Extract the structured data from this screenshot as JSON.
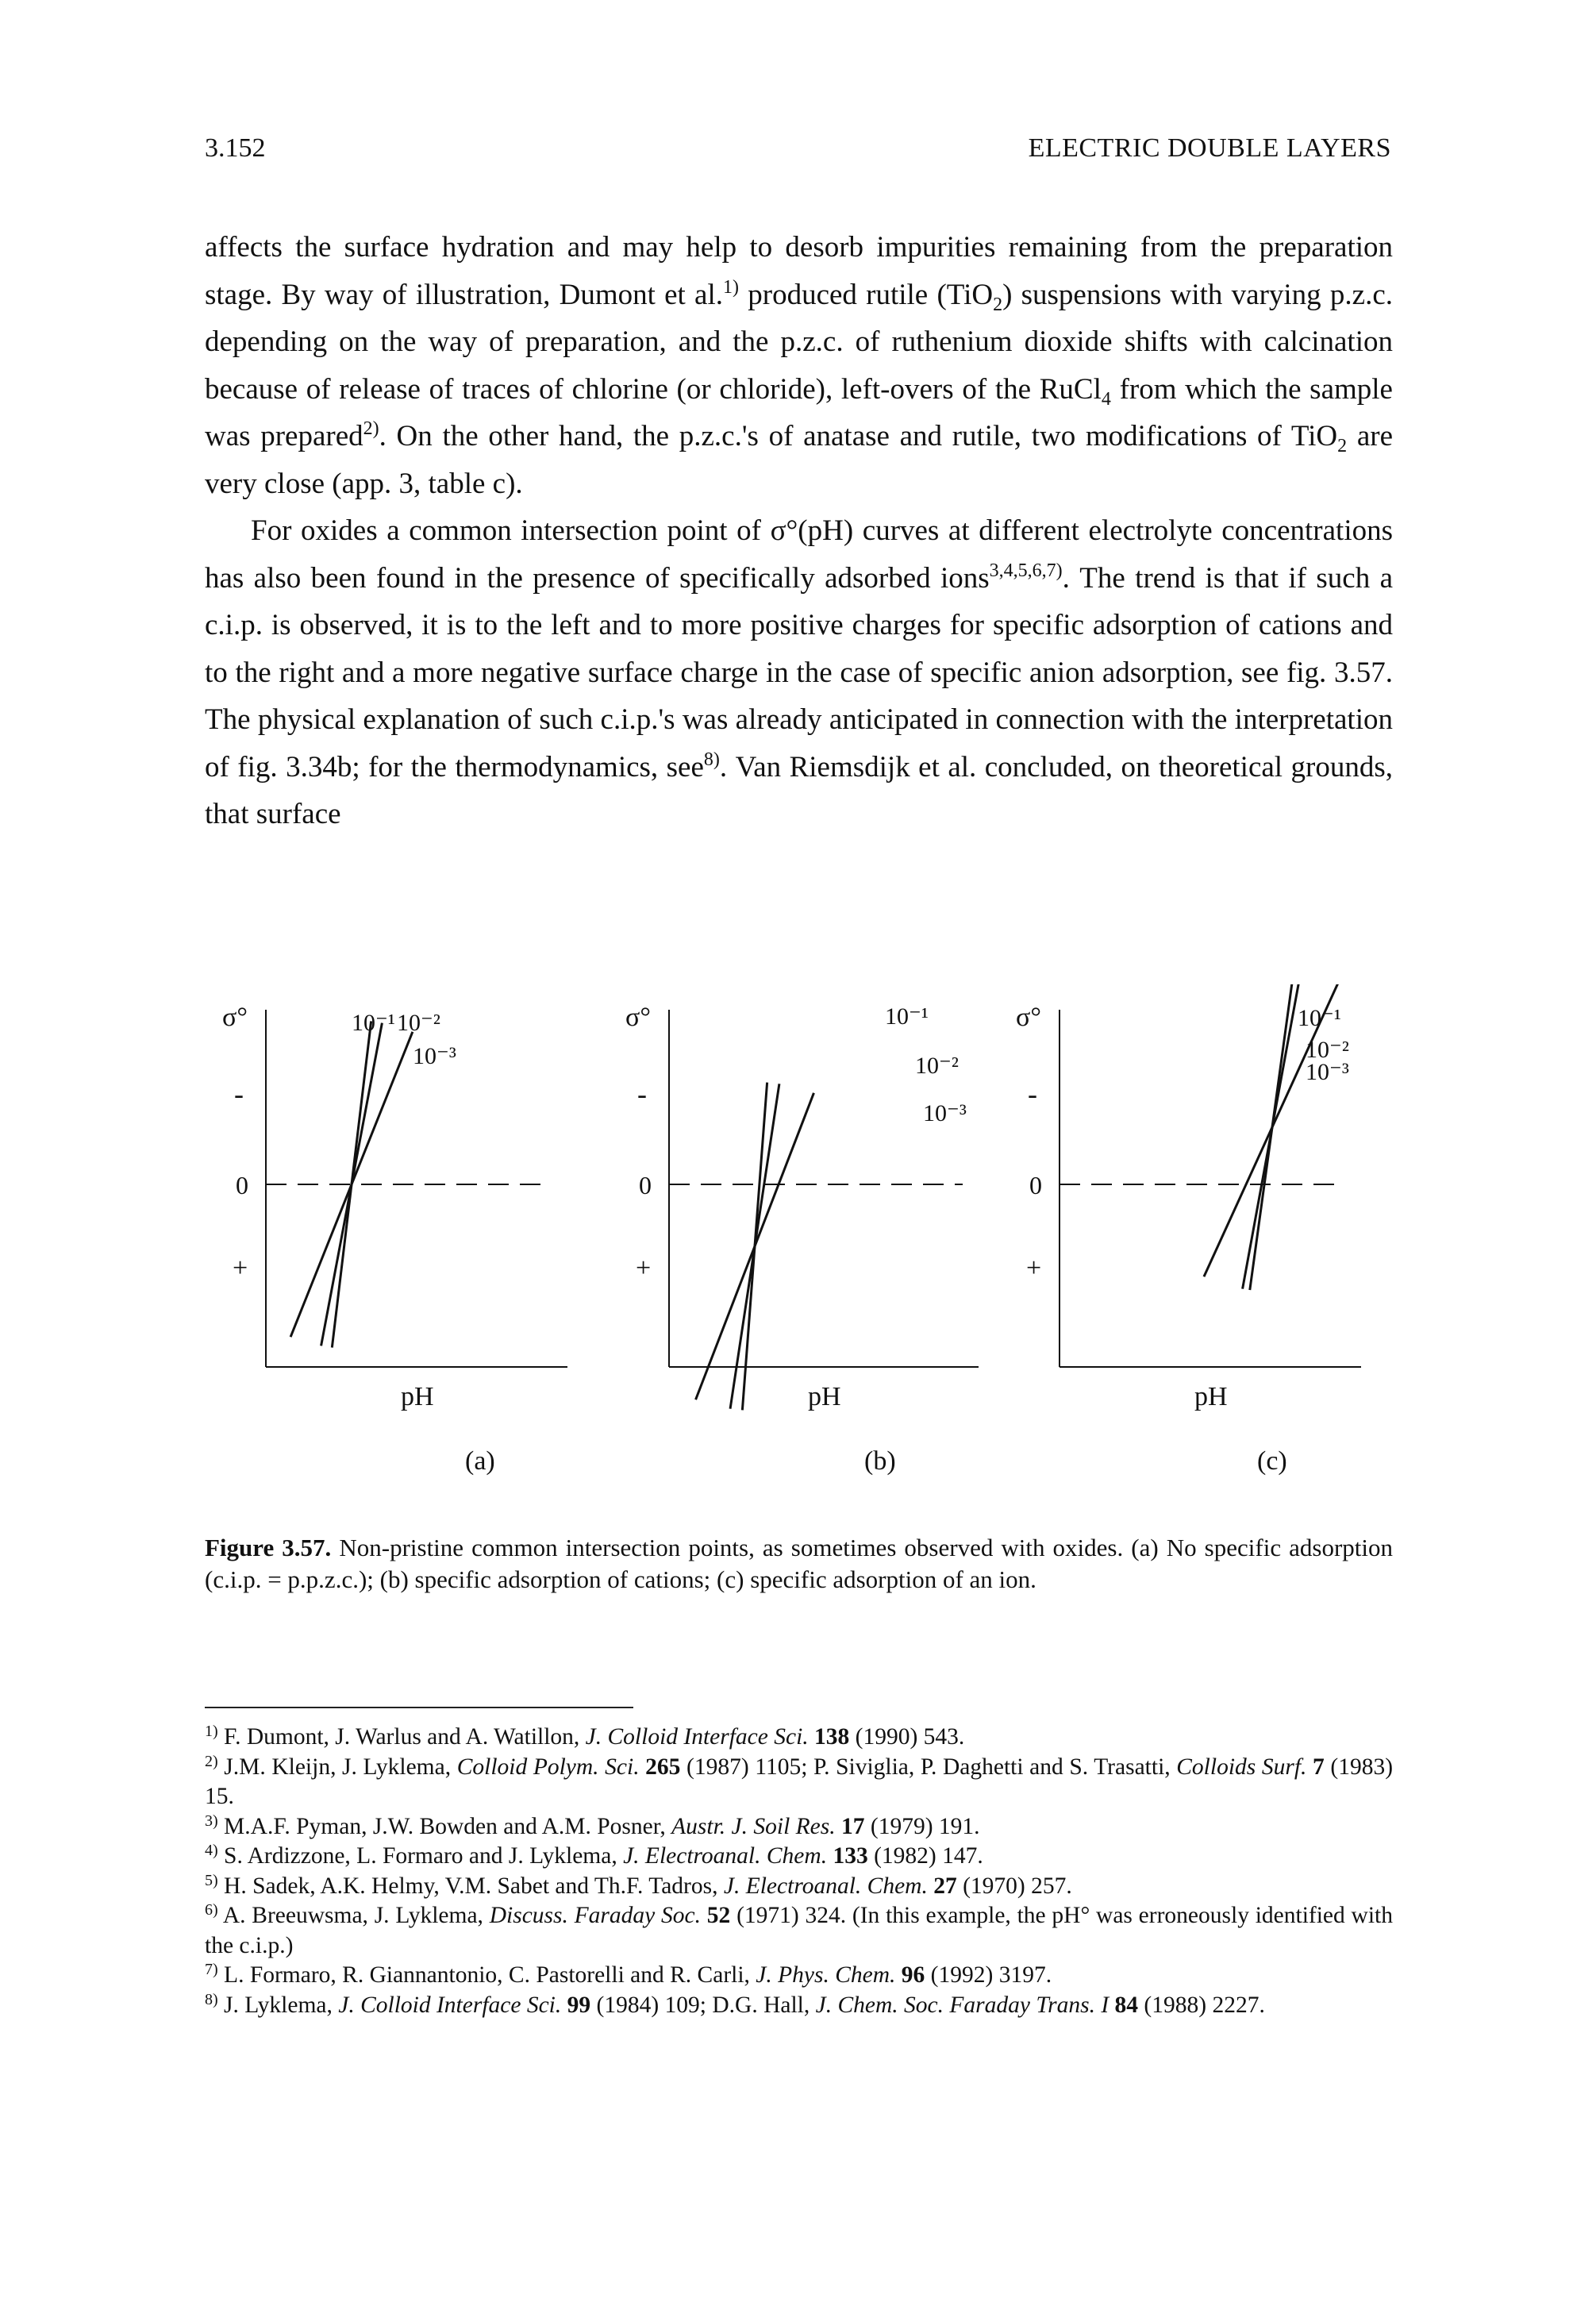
{
  "header": {
    "page_number": "3.152",
    "running_title": "ELECTRIC DOUBLE LAYERS"
  },
  "body": {
    "p1": {
      "t1": "affects the surface hydration and may help to desorb impurities remaining from the preparation stage. By way of illustration, Dumont et al.",
      "r1": "1)",
      "t2": " produced rutile (TiO",
      "s1": "2",
      "t3": ") suspensions with varying p.z.c. depending on the way of preparation, and the p.z.c. of ruthenium dioxide shifts with calcination because of release of traces of chlorine (or chloride), left-overs of the RuCl",
      "s2": "4",
      "t4": " from which the sample was prepared",
      "r2": "2)",
      "t5": ". On the other hand, the p.z.c.'s of anatase and rutile, two modifications of TiO",
      "s3": "2",
      "t6": " are very close (app. 3, table c)."
    },
    "p2": {
      "t1": "For oxides a common intersection point of σ°(pH) curves at different electrolyte concentrations has also been found in the presence of specifically adsorbed ions",
      "r1": "3,4,5,6,7)",
      "t2": ". The trend is that if such a c.i.p. is observed, it is to the left and to more positive charges for specific adsorption of cations and to the right and a more negative surface charge in the case of specific anion adsorption, see fig. 3.57. The physical explanation of such c.i.p.'s was already anticipated in connection with the interpretation of fig. 3.34b; for the thermodynamics, see",
      "r2": "8)",
      "t3": ". Van Riemsdijk et al. concluded, on theoretical grounds, that surface"
    }
  },
  "figure": {
    "y_label": "σ°",
    "minus": "-",
    "zero": "0",
    "plus": "+",
    "x_label": "pH",
    "panels": [
      {
        "label": "(a)",
        "curves": [
          "10⁻¹",
          "10⁻²",
          "10⁻³"
        ]
      },
      {
        "label": "(b)",
        "curves": [
          "10⁻¹",
          "10⁻²",
          "10⁻³"
        ]
      },
      {
        "label": "(c)",
        "curves": [
          "10⁻¹",
          "10⁻²",
          "10⁻³"
        ]
      }
    ]
  },
  "caption": {
    "label": "Figure 3.57.",
    "text": " Non-pristine common intersection points, as sometimes observed with oxides. (a) No specific adsorption (c.i.p. = p.p.z.c.); (b) specific adsorption of cations; (c) specific adsorption of an ion."
  },
  "footnotes": {
    "f1": {
      "num": "1)",
      "a": " F. Dumont, J. Warlus and A. Watillon, ",
      "j": "J. Colloid Interface Sci.",
      "v": " 138",
      "b": " (1990) 543."
    },
    "f2": {
      "num": "2)",
      "a": " J.M. Kleijn, J. Lyklema, ",
      "j": "Colloid Polym. Sci.",
      "v": " 265",
      "b": " (1987) 1105; P. Siviglia, P. Daghetti and S. Trasatti, ",
      "j2": "Colloids Surf.",
      "v2": " 7",
      "c": " (1983) 15."
    },
    "f3": {
      "num": "3)",
      "a": " M.A.F. Pyman, J.W. Bowden and A.M. Posner, ",
      "j": "Austr. J. Soil Res.",
      "v": " 17",
      "b": " (1979) 191."
    },
    "f4": {
      "num": "4)",
      "a": " S. Ardizzone, L. Formaro and J. Lyklema, ",
      "j": "J. Electroanal. Chem.",
      "v": " 133",
      "b": " (1982) 147."
    },
    "f5": {
      "num": "5)",
      "a": " H. Sadek, A.K. Helmy, V.M. Sabet and Th.F. Tadros, ",
      "j": "J. Electroanal. Chem.",
      "v": " 27",
      "b": " (1970) 257."
    },
    "f6": {
      "num": "6)",
      "a": " A. Breeuwsma, J. Lyklema, ",
      "j": "Discuss. Faraday Soc.",
      "v": " 52",
      "b": " (1971) 324. (In this example, the pH° was erroneously identified with the c.i.p.)"
    },
    "f7": {
      "num": "7)",
      "a": " L. Formaro, R. Giannantonio, C. Pastorelli and R. Carli, ",
      "j": "J. Phys. Chem.",
      "v": " 96",
      "b": " (1992) 3197."
    },
    "f8": {
      "num": "8)",
      "a": " J. Lyklema, ",
      "j": "J. Colloid Interface Sci.",
      "v": " 99",
      "b": " (1984) 109; D.G. Hall, ",
      "j2": "J. Chem. Soc. Faraday Trans. I",
      "v2": " 84",
      "c": " (1988) 2227."
    }
  }
}
